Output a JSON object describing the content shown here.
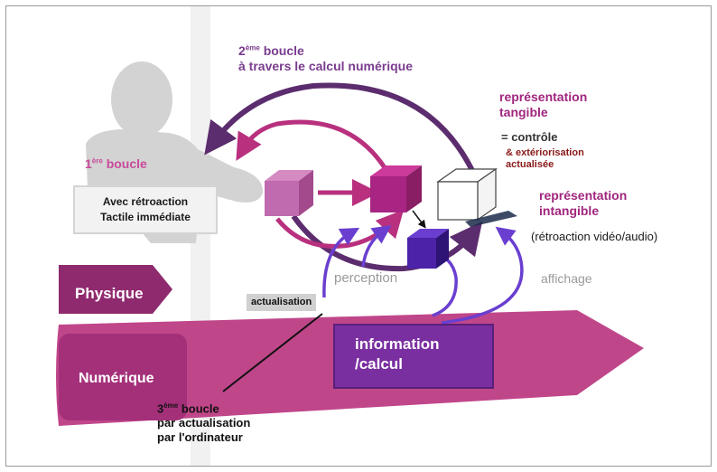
{
  "labels": {
    "boucle2_num": "2",
    "boucle2_sup": "ème",
    "boucle2_line1_rest": " boucle",
    "boucle2_line2": "à travers le calcul numérique",
    "boucle1_num": "1",
    "boucle1_sup": "ère",
    "boucle1_rest": " boucle",
    "retroaction_line1": "Avec rétroaction",
    "retroaction_line2": "Tactile immédiate",
    "rep_tangible_line1": "représentation",
    "rep_tangible_line2": "tangible",
    "controle": "= contrôle",
    "exteriorisation_line1": "& extériorisation",
    "exteriorisation_line2": "actualisée",
    "rep_intangible_line1": "représentation",
    "rep_intangible_line2": "intangible",
    "retroaction_video": "(rétroaction vidéo/audio)",
    "perception": "perception",
    "affichage": "affichage",
    "actualisation": "actualisation",
    "physique": "Physique",
    "numerique": "Numérique",
    "info_line1": "information",
    "info_line2": "/calcul",
    "boucle3_num": "3",
    "boucle3_sup": "ème",
    "boucle3_rest": " boucle",
    "boucle3_line2": "par actualisation",
    "boucle3_line3": "par l'ordinateur"
  },
  "colors": {
    "dark_purple": "#5c2d6e",
    "magenta": "#b8307e",
    "violet": "#6a3fd0",
    "pink_band": "#c0468a",
    "physique_arrow": "#8f2a6e",
    "info_box": "#7a2fa0"
  },
  "icons": [
    "person-silhouette-icon",
    "light-pink-cube-icon",
    "magenta-cube-icon",
    "white-cube-icon",
    "purple-cube-icon"
  ]
}
